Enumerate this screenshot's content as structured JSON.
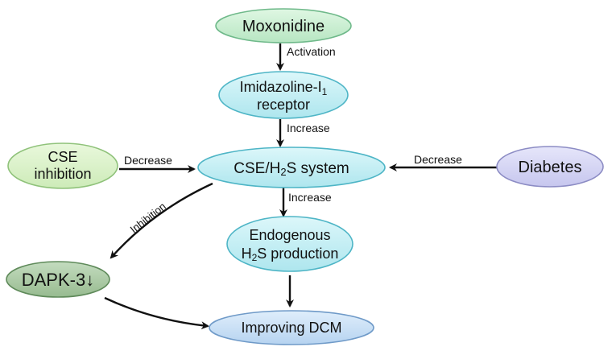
{
  "colors": {
    "green_fill": "#c6efcf",
    "green_stroke": "#6fb98a",
    "cyan_fill": "#bfeef3",
    "cyan_stroke": "#4eb5c6",
    "lightgreen_fill": "#d8f2c6",
    "lightgreen_stroke": "#8fc27a",
    "purple_fill": "#d4d4f3",
    "purple_stroke": "#8c8cc4",
    "darkgreen_fill": "#a9c9a2",
    "darkgreen_stroke": "#5f8a5a",
    "blue_fill": "#c7def5",
    "blue_stroke": "#6f9ac8",
    "arrow": "#111111"
  },
  "nodes": {
    "moxonidine": {
      "label": "Moxonidine"
    },
    "receptor": {
      "line1": "Imidazoline-I",
      "sub1": "1",
      "line2": "receptor"
    },
    "cse_inhibition": {
      "line1": "CSE",
      "line2": "inhibition"
    },
    "cse_h2s": {
      "pre": "CSE/H",
      "sub": "2",
      "post": "S system"
    },
    "diabetes": {
      "label": "Diabetes"
    },
    "endogenous": {
      "line1": "Endogenous",
      "pre2": "H",
      "sub2": "2",
      "post2": "S production"
    },
    "dapk3": {
      "label": "DAPK-3↓"
    },
    "improving": {
      "label": "Improving DCM"
    }
  },
  "edges": {
    "activation": "Activation",
    "increase_1": "Increase",
    "decrease_left": "Decrease",
    "decrease_right": "Decrease",
    "increase_2": "Increase",
    "inhibition": "Inhibition"
  }
}
